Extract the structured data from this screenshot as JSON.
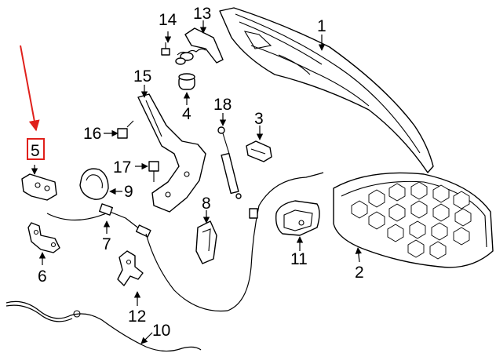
{
  "colors": {
    "highlight": "#e0201b",
    "ink": "#000000",
    "background": "#ffffff"
  },
  "callouts": {
    "c1": "1",
    "c2": "2",
    "c3": "3",
    "c4": "4",
    "c5": "5",
    "c6": "6",
    "c7": "7",
    "c8": "8",
    "c9": "9",
    "c10": "10",
    "c11": "11",
    "c12": "12",
    "c13": "13",
    "c14": "14",
    "c15": "15",
    "c16": "16",
    "c17": "17",
    "c18": "18"
  },
  "highlighted_callout": "5"
}
